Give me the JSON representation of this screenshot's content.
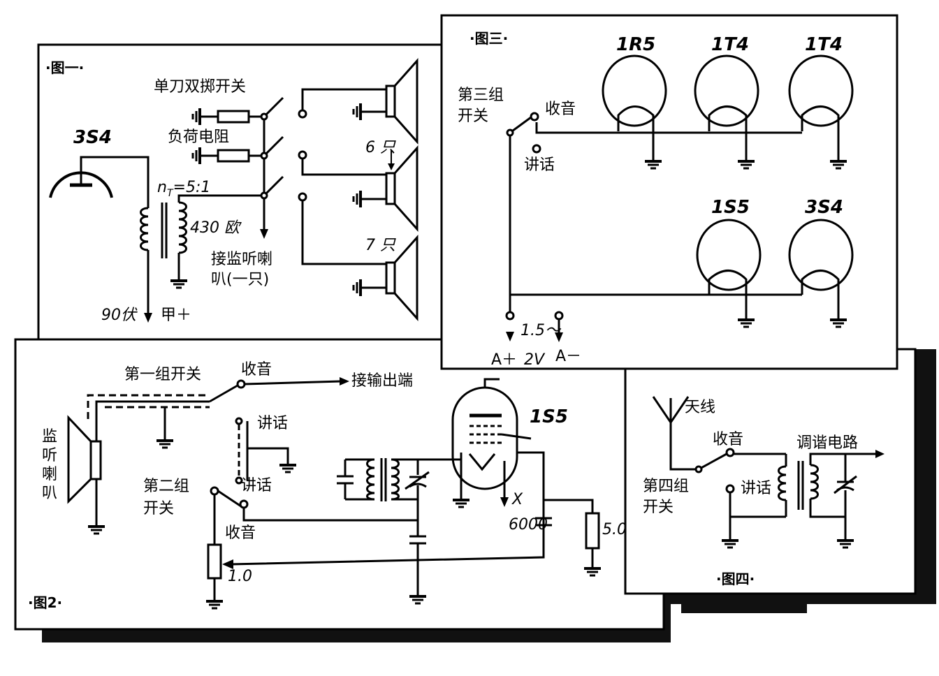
{
  "fig1": {
    "caption": "·图一·",
    "tube": "3S4",
    "switch_label": "单刀双掷开关",
    "load_resistor": "负荷电阻",
    "ratio": "n",
    "ratio_sub": "T",
    "ratio_value": "=5:1",
    "impedance": "430 欧",
    "monitor_line1": "接监听喇",
    "monitor_line2": "叭(一只)",
    "voltage": "90伏",
    "b_plus": "甲＋",
    "six": "6 只",
    "seven": "7 只"
  },
  "fig3": {
    "caption": "·图三·",
    "tubes": [
      "1R5",
      "1T4",
      "1T4",
      "1S5",
      "3S4"
    ],
    "switch_line1": "第三组",
    "switch_line2": "开关",
    "receive": "收音",
    "talk": "讲话",
    "a_plus": "A＋",
    "volt_line1": "1.5～",
    "volt_line2": "2V",
    "a_minus": "A－"
  },
  "fig2": {
    "caption": "·图2·",
    "switch1": "第一组开关",
    "receive1": "收音",
    "output": "接输出端",
    "monitor": [
      "监",
      "听",
      "喇",
      "叭"
    ],
    "talk1": "讲话",
    "talk2": "讲话",
    "switch2_line1": "第二组",
    "switch2_line2": "开关",
    "receive2": "收音",
    "tube": "1S5",
    "x": "X",
    "cap": "6000",
    "r1": "5.0",
    "r2": "1.0"
  },
  "fig4": {
    "caption": "·图四·",
    "antenna": "天线",
    "receive": "收音",
    "tuning": "调谐电路",
    "switch_line1": "第四组",
    "switch_line2": "开关",
    "talk": "讲话"
  }
}
